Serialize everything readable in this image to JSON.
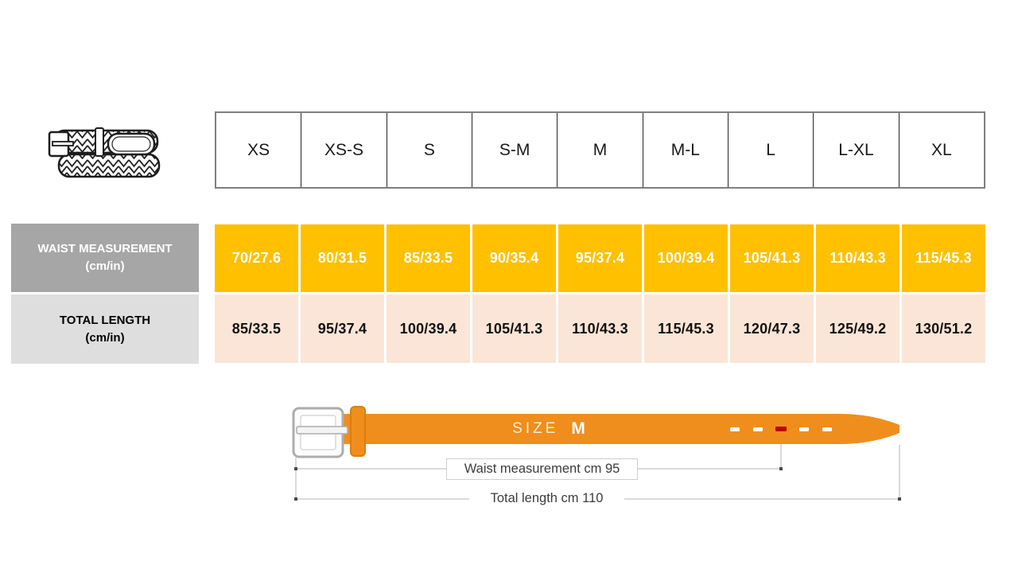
{
  "table": {
    "sizes": [
      "XS",
      "XS-S",
      "S",
      "S-M",
      "M",
      "M-L",
      "L",
      "L-XL",
      "XL"
    ],
    "rows": [
      {
        "label": "WAIST MEASUREMENT",
        "unit": "(cm/in)",
        "values": [
          "70/27.6",
          "80/31.5",
          "85/33.5",
          "90/35.4",
          "95/37.4",
          "100/39.4",
          "105/41.3",
          "110/43.3",
          "115/45.3"
        ]
      },
      {
        "label": "TOTAL LENGTH",
        "unit": "(cm/in)",
        "values": [
          "85/33.5",
          "95/37.4",
          "100/39.4",
          "105/41.3",
          "110/43.3",
          "115/45.3",
          "120/47.3",
          "125/49.2",
          "130/51.2"
        ]
      }
    ]
  },
  "diagram": {
    "size_label": "SIZE",
    "size_value": "M",
    "waist_callout": "Waist measurement cm 95",
    "total_callout": "Total length cm 110"
  },
  "icons": {
    "belt_icon": "braided-belt-illustration"
  },
  "colors": {
    "waist_row_bg": "#FFC000",
    "total_row_bg": "#FBE5D6",
    "waist_label_bg": "#A6A6A6",
    "total_label_bg": "#DEDEDE",
    "belt_strap": "#EF8E1D",
    "highlighted_hole": "#C00000",
    "table_border": "#7F7F7F"
  }
}
